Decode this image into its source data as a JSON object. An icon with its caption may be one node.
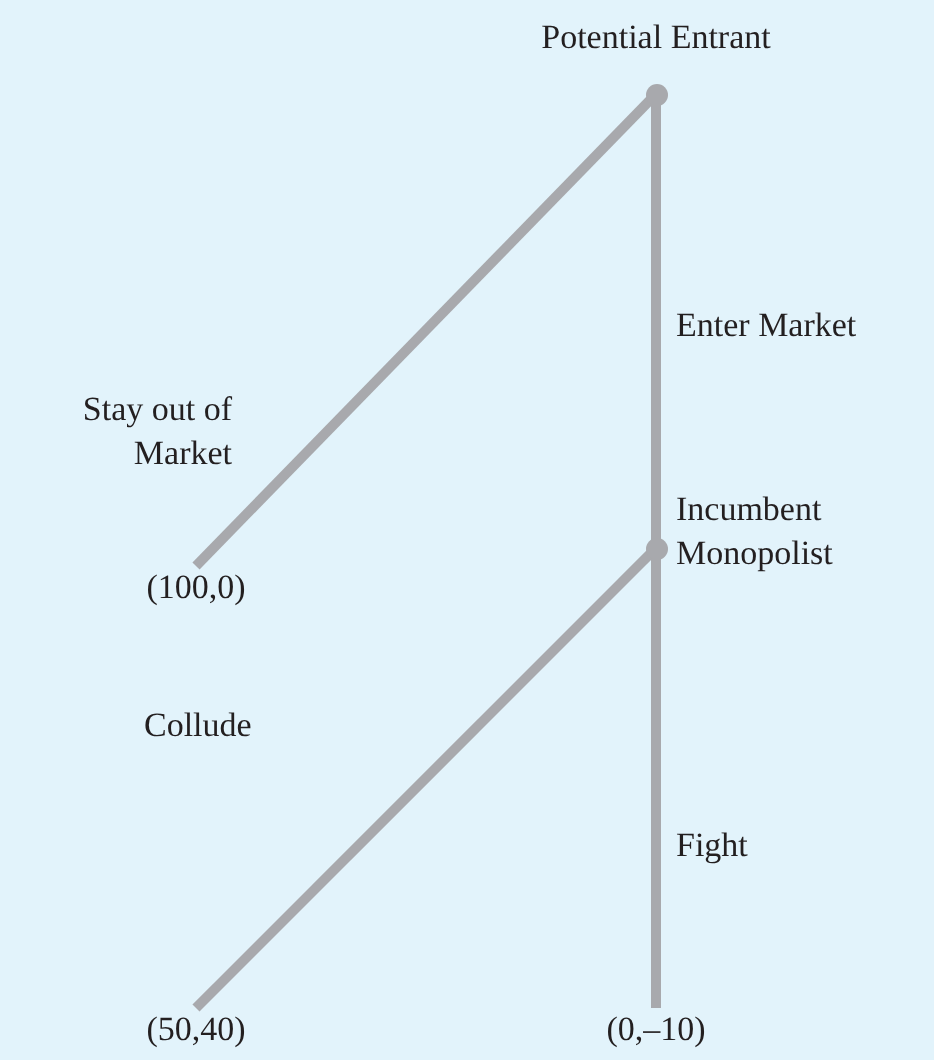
{
  "diagram": {
    "nodes": [
      {
        "text": [
          "Potential Entrant"
        ]
      },
      {
        "text": [
          "Incumbent Monopolist"
        ]
      },
      {
        "text": [
          "(100,0)"
        ]
      },
      {
        "text": [
          "(50,40)"
        ]
      },
      {
        "text": [
          "(0,–10)"
        ]
      }
    ],
    "edges": [
      {
        "from": 0,
        "to": 2,
        "arrow": "none",
        "label": "Stay out of Market"
      },
      {
        "from": 0,
        "to": 1,
        "arrow": "none",
        "label": "Enter Market"
      },
      {
        "from": 1,
        "to": 3,
        "arrow": "none",
        "label": "Collude"
      },
      {
        "from": 1,
        "to": 4,
        "arrow": "none",
        "label": "Fight"
      }
    ]
  }
}
